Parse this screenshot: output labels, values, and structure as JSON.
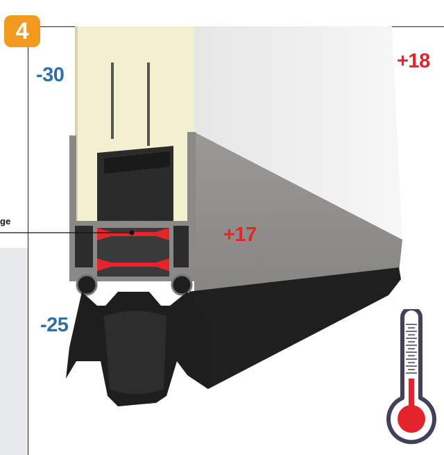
{
  "step": {
    "number": "4"
  },
  "temperatures": {
    "outside_top": "-30",
    "inside_top": "+18",
    "inside_bottom": "+17",
    "outside_bottom": "-25"
  },
  "side_label": {
    "text": "ge"
  },
  "icons": {
    "thermometer": "thermometer-icon"
  },
  "colors": {
    "badge": "#f29a1f",
    "cold": "#2e6fa7",
    "warm": "#e3242b",
    "thermal_break": "#e8242b",
    "aluminium": "#8e8d8a",
    "foam": "#f3f0cf",
    "seal": "#1e1e1e",
    "thermometer_outline": "#44405c"
  }
}
